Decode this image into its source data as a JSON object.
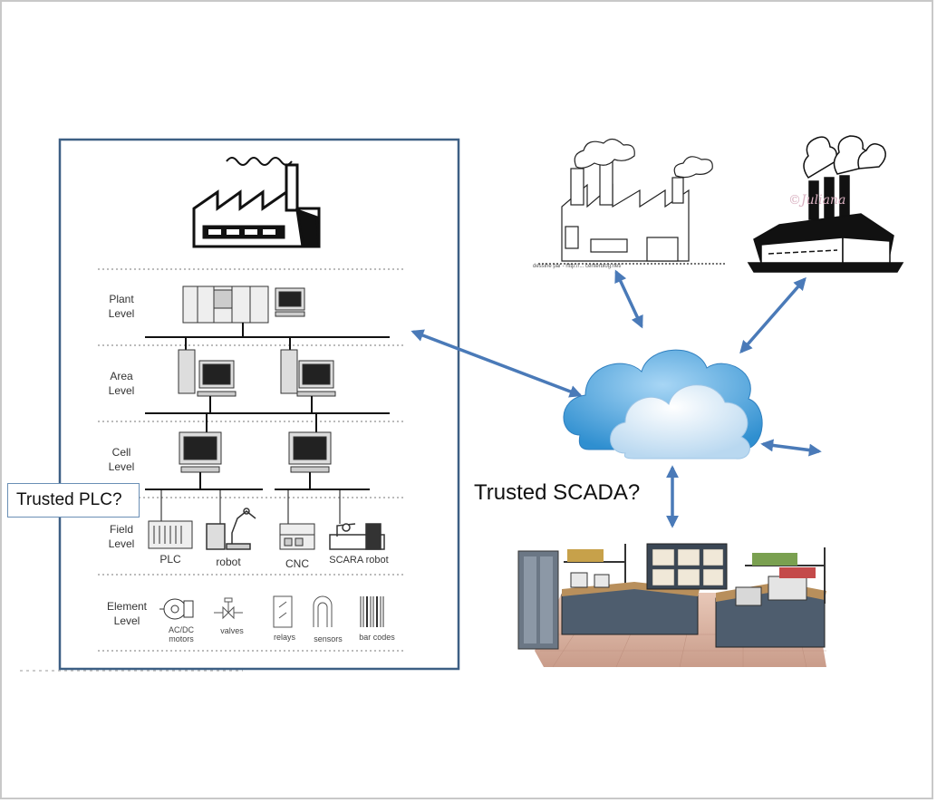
{
  "hierarchy": {
    "levels": [
      {
        "name": "Plant\nLevel"
      },
      {
        "name": "Area\nLevel"
      },
      {
        "name": "Cell\nLevel"
      },
      {
        "name": "Field\nLevel"
      },
      {
        "name": "Element\nLevel"
      }
    ],
    "field_devices": [
      "PLC",
      "robot",
      "CNC",
      "SCARA robot"
    ],
    "element_devices": [
      "AC/DC\nmotors",
      "valves",
      "relays",
      "sensors",
      "bar codes"
    ]
  },
  "callouts": {
    "plc": "Trusted PLC?",
    "scada": "Trusted SCADA?"
  },
  "watermark": "©Juliana",
  "image_footer": "dessiné par - http://... centerblog.net/",
  "colors": {
    "arrow": "#4a7ab8",
    "frame_border": "#3d5f84",
    "cloud_top": "#3b9edc",
    "cloud_front": "#d6e8f6"
  }
}
